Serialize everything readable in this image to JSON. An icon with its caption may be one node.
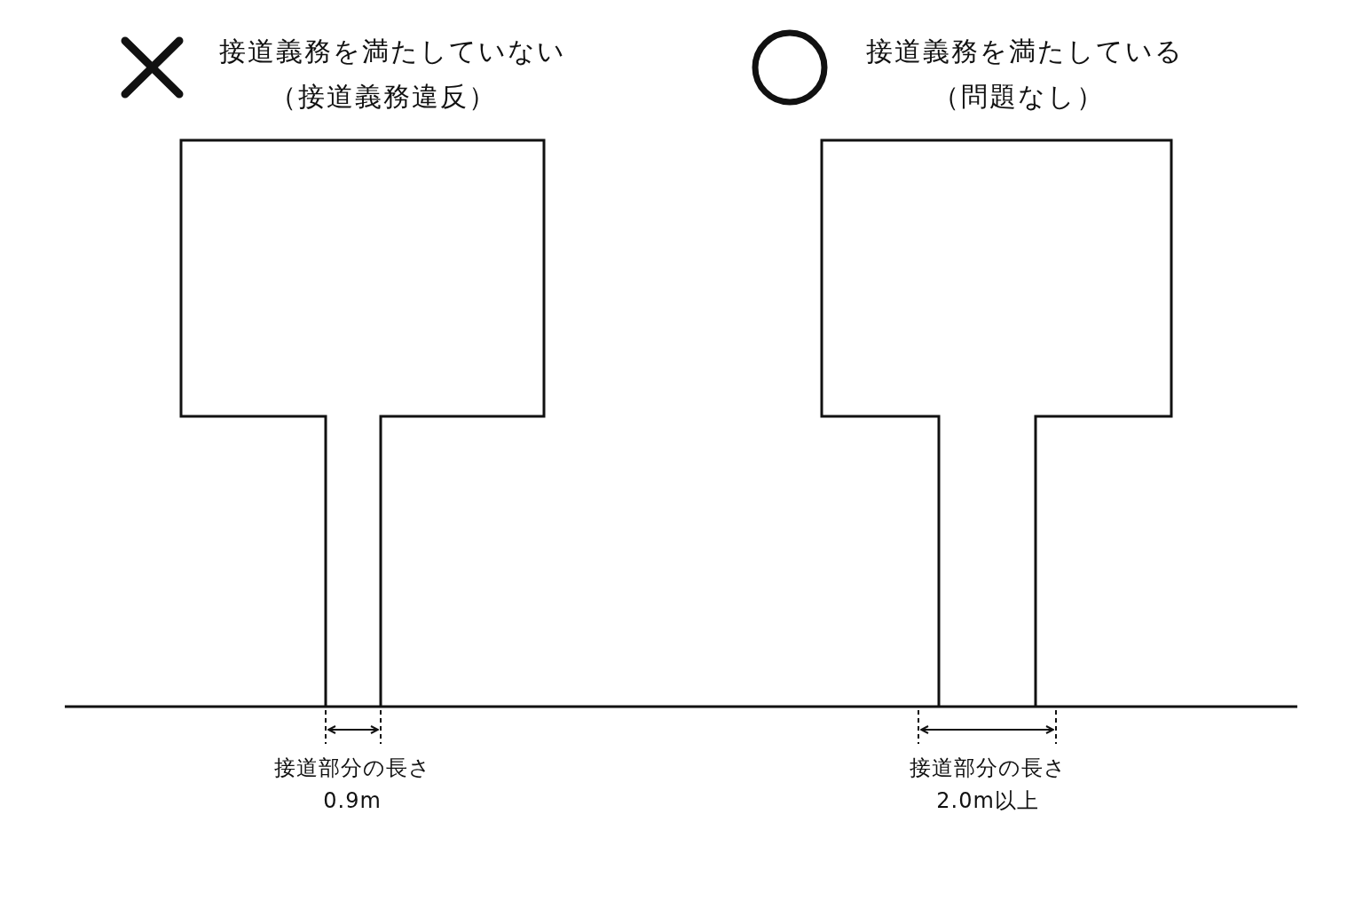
{
  "diagram": {
    "labels": [
      "接道義務を満たしていない",
      "（接道義務違反）",
      "接道義務を満たしている",
      "（問題なし）",
      "接道部分の長さ",
      "0.9m",
      "接道部分の長さ",
      "2.0m以上"
    ]
  }
}
